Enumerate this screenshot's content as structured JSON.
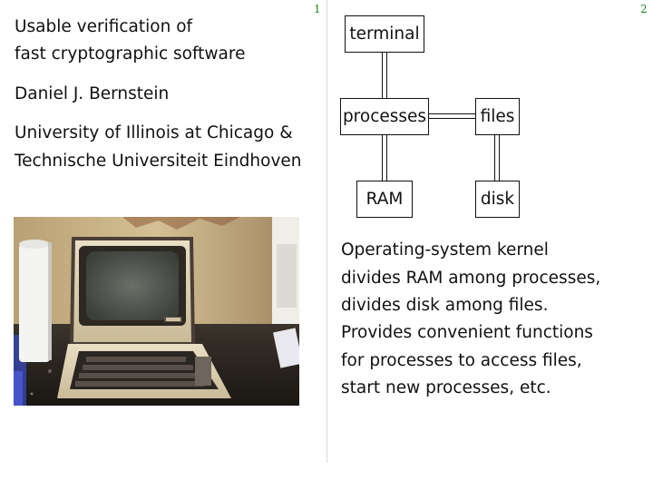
{
  "page_numbers": {
    "left": "1",
    "right": "2"
  },
  "left_slide": {
    "title_lines": [
      "Usable verification of",
      "fast cryptographic software"
    ],
    "author": "Daniel J. Bernstein",
    "affiliation_lines": [
      "University of Illinois at Chicago &",
      "Technische Universiteit Eindhoven"
    ]
  },
  "right_slide": {
    "diagram": {
      "nodes": {
        "terminal": "terminal",
        "processes": "processes",
        "files": "files",
        "ram": "RAM",
        "disk": "disk"
      }
    },
    "body_lines": [
      "Operating-system kernel",
      "divides RAM among processes,",
      "divides disk among files.",
      "Provides convenient functions",
      "for processes to access files,",
      "start new processes, etc."
    ]
  }
}
